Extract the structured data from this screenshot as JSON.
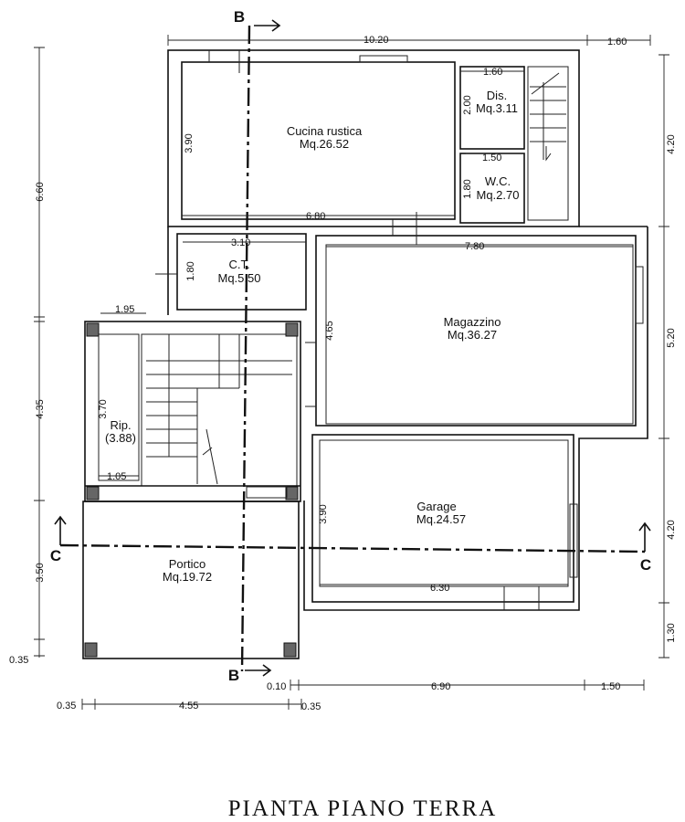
{
  "title": "PIANTA PIANO TERRA",
  "rooms": {
    "cucina": {
      "name": "Cucina rustica",
      "area": "Mq.26.52"
    },
    "dis": {
      "name": "Dis.",
      "area": "Mq.3.11"
    },
    "wc": {
      "name": "W.C.",
      "area": "Mq.2.70"
    },
    "ct": {
      "name": "C.T.",
      "area": "Mq.5.50"
    },
    "magazzino": {
      "name": "Magazzino",
      "area": "Mq.36.27"
    },
    "rip": {
      "name": "Rip.",
      "area": "(3.88)"
    },
    "garage": {
      "name": "Garage",
      "area": "Mq.24.57"
    },
    "portico": {
      "name": "Portico",
      "area": "Mq.19.72"
    }
  },
  "sections": {
    "b_top": "B",
    "b_bottom": "B",
    "c_left": "C",
    "c_right": "C"
  },
  "dimensions": {
    "top_main": "10.20",
    "top_right": "1.60",
    "left_upper": "6.60",
    "left_middle": "4.35",
    "left_lower": "3.50",
    "left_base": "0.35",
    "right_top": "4.20",
    "right_middle": "5.20",
    "right_lower": "4.20",
    "right_base": "1.30",
    "bottom_a": "0.10",
    "bottom_b": "6.90",
    "bottom_c": "1.50",
    "bottom2_a": "0.35",
    "bottom2_b": "4.55",
    "bottom2_c": "0.35",
    "cucina_h": "3.90",
    "cucina_w": "6.80",
    "dis_w": "1.60",
    "dis_h": "2.00",
    "wc_w": "1.50",
    "wc_h": "1.80",
    "ct_w": "3.10",
    "ct_h": "1.80",
    "magazzino_w": "7.80",
    "magazzino_h": "4.65",
    "rip_top": "1.95",
    "rip_h": "3.70",
    "rip_w": "1.05",
    "garage_h": "3.90",
    "garage_w": "6.30"
  }
}
